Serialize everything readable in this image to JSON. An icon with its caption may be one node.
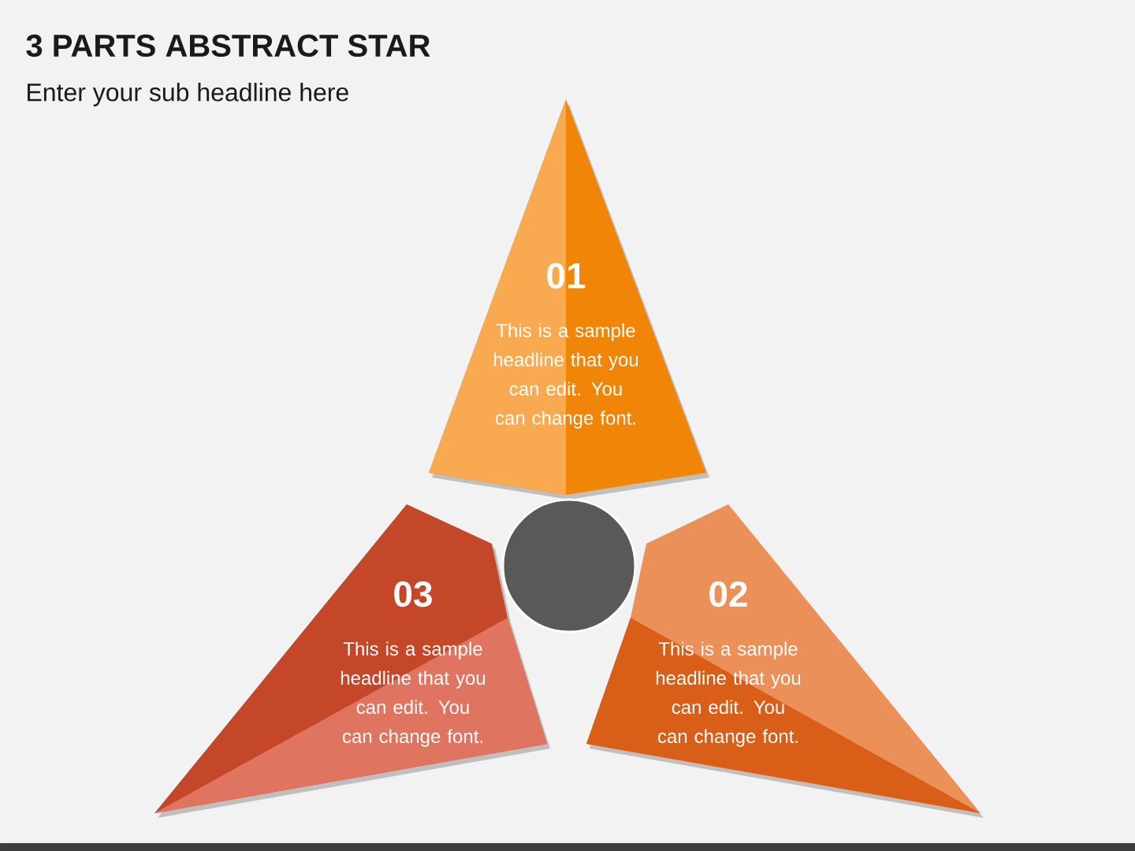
{
  "diagram": {
    "title": "3 PARTS ABSTRACT STAR",
    "nodes": [
      {
        "text": [
          "01",
          "This is a sample headline that you can edit. You can change font."
        ]
      },
      {
        "text": [
          "03",
          "This is a sample headline that you can edit. You can change font."
        ]
      },
      {
        "text": [
          "02",
          "This is a sample headline that you can edit. You can change font."
        ]
      },
      {
        "text": [],
        "shape": "circle"
      }
    ],
    "labels": [
      "Enter your sub headline here"
    ]
  }
}
